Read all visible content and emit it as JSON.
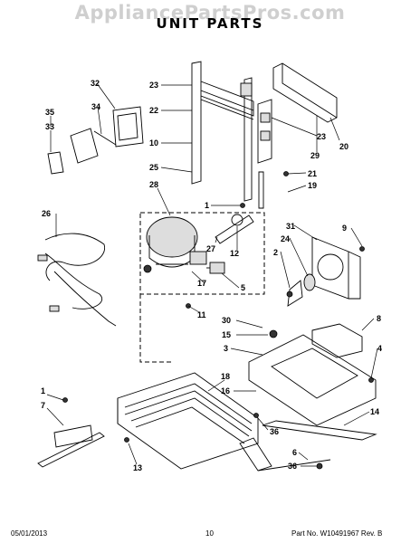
{
  "header": {
    "watermark": "AppliancePartsPros.com",
    "title": "UNIT PARTS"
  },
  "footer": {
    "date": "05/01/2013",
    "page": "10",
    "part_no": "Part No. W10491967  Rev. B"
  },
  "callouts": [
    "23",
    "22",
    "10",
    "25",
    "28",
    "1",
    "26",
    "27",
    "12",
    "17",
    "5",
    "11",
    "32",
    "34",
    "35",
    "33",
    "20",
    "23",
    "29",
    "21",
    "19",
    "31",
    "9",
    "24",
    "2",
    "30",
    "15",
    "3",
    "8",
    "4",
    "18",
    "16",
    "14",
    "36",
    "6",
    "36",
    "1",
    "7",
    "13"
  ]
}
